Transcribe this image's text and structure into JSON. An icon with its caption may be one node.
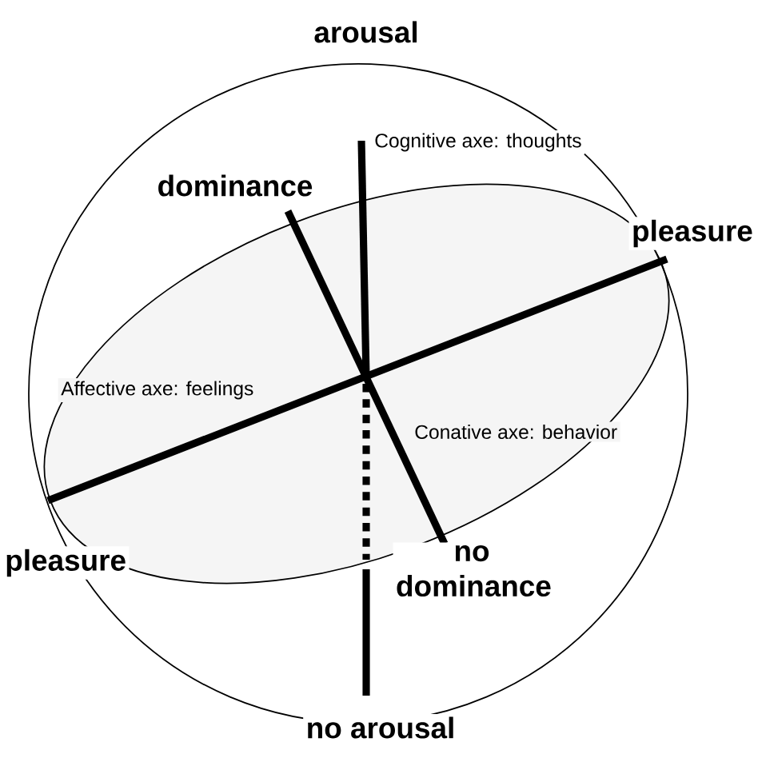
{
  "diagram": {
    "labels": [
      "arousal",
      "Cognitive axe: thoughts",
      "dominance",
      "pleasure",
      "Affective axe: feelings",
      "Conative axe: behavior",
      "pleasure",
      "no dominance",
      "no arousal"
    ]
  }
}
